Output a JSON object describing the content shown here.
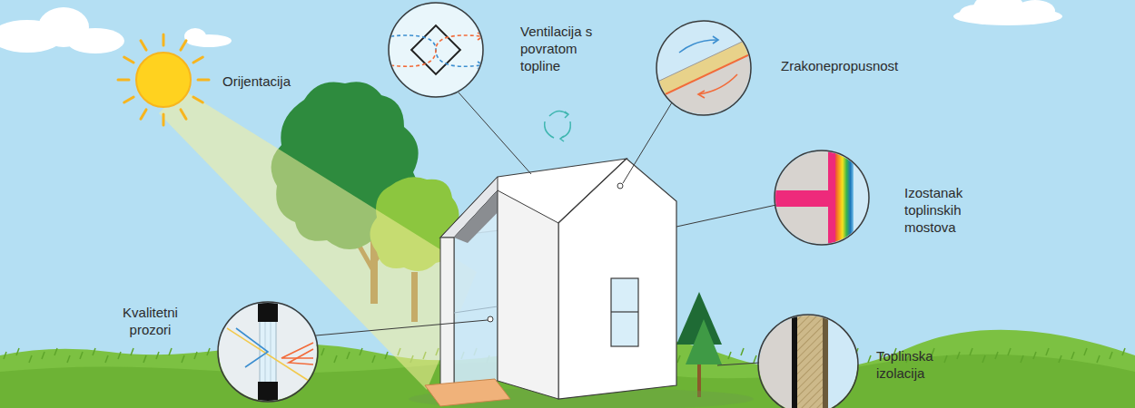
{
  "diagram": {
    "labels": [
      "Orijentacija",
      "Ventilacija s povratom topline",
      "Zrakonepropusnost",
      "Izostanak toplinskih mostova",
      "Kvalitetni prozori",
      "Toplinska izolacija"
    ]
  }
}
